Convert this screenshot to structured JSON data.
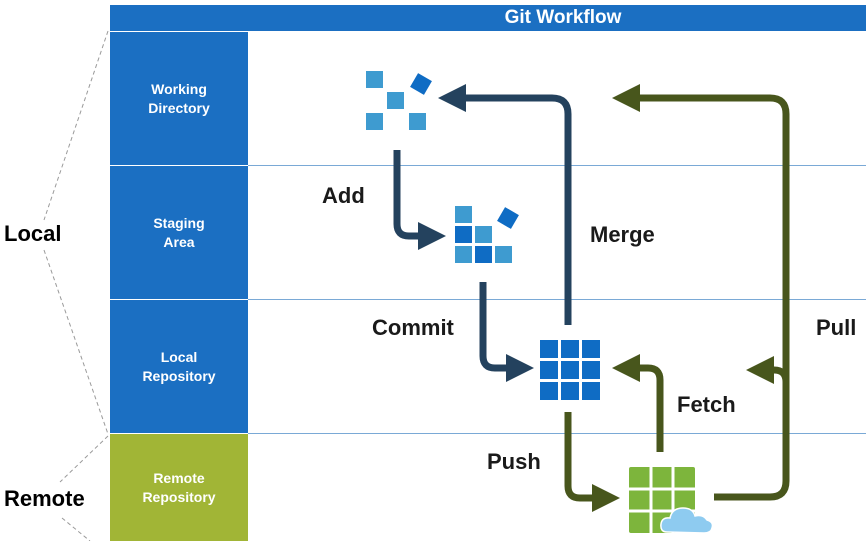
{
  "title": "Git Workflow",
  "groups": {
    "local": "Local",
    "remote": "Remote"
  },
  "stages": {
    "working_directory": "Working Directory",
    "staging_area": "Staging Area",
    "local_repository": "Local Repository",
    "remote_repository": "Remote Repository"
  },
  "operations": {
    "add": "Add",
    "commit": "Commit",
    "push": "Push",
    "fetch": "Fetch",
    "merge": "Merge",
    "pull": "Pull"
  },
  "colors": {
    "header_blue": "#1b6fc2",
    "remote_green": "#a1b536",
    "local_arrow": "#24425e",
    "remote_arrow": "#48561c",
    "tile_light": "#3e9bd0",
    "tile_dark": "#0f6cc4",
    "tile_green": "#7db53c",
    "cloud": "#8ecbf0"
  },
  "icons": [
    "scattered-blocks-icon",
    "partial-blocks-icon",
    "full-grid-icon",
    "cloud-grid-icon"
  ]
}
